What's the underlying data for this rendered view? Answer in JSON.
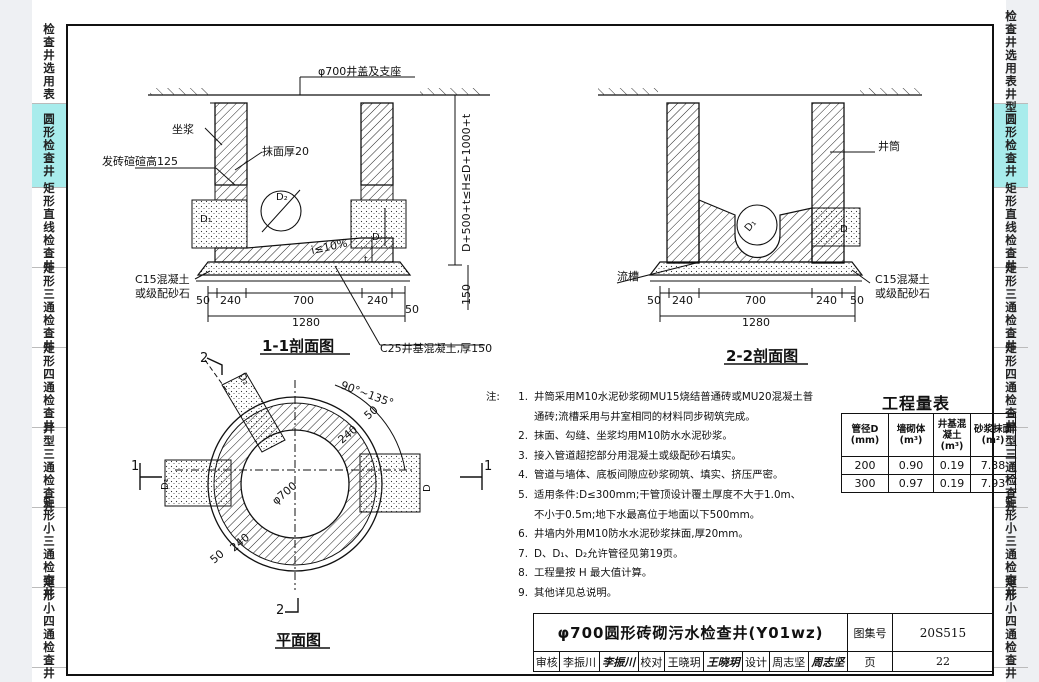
{
  "tabs_left": [
    {
      "label": "检查井选用表",
      "active": false,
      "h": 84
    },
    {
      "label": "圆形检查井",
      "active": true,
      "h": 84
    },
    {
      "label": "矩形直线检查井",
      "active": false,
      "h": 80
    },
    {
      "label": "矩形三通检查井",
      "active": false,
      "h": 80
    },
    {
      "label": "矩形四通检查井",
      "active": false,
      "h": 80
    },
    {
      "label": "异型三通检查井",
      "active": false,
      "h": 80
    },
    {
      "label": "矩形小三通检查井",
      "active": false,
      "h": 80
    },
    {
      "label": "矩形小四通检查井",
      "active": false,
      "h": 80
    }
  ],
  "tabs_right": [
    {
      "label": "检查井选用表井型",
      "active": false,
      "h": 84
    },
    {
      "label": "圆形检查井",
      "active": true,
      "h": 84
    },
    {
      "label": "矩形直线检查井",
      "active": false,
      "h": 80
    },
    {
      "label": "矩形三通检查井",
      "active": false,
      "h": 80
    },
    {
      "label": "矩形四通检查井",
      "active": false,
      "h": 80
    },
    {
      "label": "异型三通检查井",
      "active": false,
      "h": 80
    },
    {
      "label": "矩形小三通检查井",
      "active": false,
      "h": 80
    },
    {
      "label": "矩形小四通检查井",
      "active": false,
      "h": 80
    }
  ],
  "section1": {
    "title": "1-1剖面图",
    "cover": "φ700井盖及支座",
    "mortar": "坐浆",
    "plaster": "抹面厚20",
    "brick_ring": "发砖碹碹高125",
    "slope": "i≤10%",
    "height_note": "D+500+t≤H≤D+1000+t",
    "cushion1": "C15混凝土",
    "cushion2": "或级配砂石",
    "base_note": "C25井基混凝土,厚150",
    "dims": [
      "50",
      "240",
      "700",
      "240",
      "50",
      "1280",
      "150"
    ],
    "labels": {
      "D1": "D₁",
      "D2": "D₂",
      "D": "D",
      "t": "t"
    }
  },
  "section2": {
    "title": "2-2剖面图",
    "barrel": "井筒",
    "channel": "流槽",
    "cushion1": "C15混凝土",
    "cushion2": "或级配砂石",
    "dims": [
      "50",
      "240",
      "700",
      "240",
      "50",
      "1280"
    ],
    "labels": {
      "D1": "D₁",
      "D": "D"
    }
  },
  "plan": {
    "title": "平面图",
    "angle": "90°~135°",
    "dims": [
      "50",
      "240",
      "φ700",
      "240",
      "50"
    ],
    "labels": {
      "D1": "D₁",
      "D2": "D₂",
      "D": "D"
    },
    "cut1": "1",
    "cut2": "2"
  },
  "notes": {
    "label": "注:",
    "items": [
      {
        "n": "1.",
        "text": "井筒采用M10水泥砂浆砌MU15烧结普通砖或MU20混凝土普",
        "cont": "通砖;流槽采用与井室相同的材料同步砌筑完成。"
      },
      {
        "n": "2.",
        "text": "抹面、勾缝、坐浆均用M10防水水泥砂浆。"
      },
      {
        "n": "3.",
        "text": "接入管道超挖部分用混凝土或级配砂石填实。"
      },
      {
        "n": "4.",
        "text": "管道与墙体、底板间隙应砂浆砌筑、填实、挤压严密。"
      },
      {
        "n": "5.",
        "text": "适用条件:D≤300mm;干管顶设计覆土厚度不大于1.0m、",
        "cont": "不小于0.5m;地下水最高位于地面以下500mm。"
      },
      {
        "n": "6.",
        "text": "井墙内外用M10防水水泥砂浆抹面,厚20mm。"
      },
      {
        "n": "7.",
        "text": "D、D₁、D₂允许管径见第19页。"
      },
      {
        "n": "8.",
        "text": "工程量按 H 最大值计算。"
      },
      {
        "n": "9.",
        "text": "其他详见总说明。"
      }
    ]
  },
  "quantity": {
    "title": "工程量表",
    "headers": [
      "管径D (mm)",
      "墙砌体 (m³)",
      "井基混凝土 (m³)",
      "砂浆抹面 (m²)"
    ],
    "rows": [
      [
        "200",
        "0.90",
        "0.19",
        "7.38"
      ],
      [
        "300",
        "0.97",
        "0.19",
        "7.93"
      ]
    ]
  },
  "title_block": {
    "title": "φ700圆形砖砌污水检查井(Y01wz)",
    "atlas_label": "图集号",
    "atlas_no": "20S515",
    "review_label": "审核",
    "review_name": "李振川",
    "review_sig": "李振川",
    "check_label": "校对",
    "check_name": "王晓玥",
    "check_sig": "王晓玥",
    "design_label": "设计",
    "design_name": "周志坚",
    "design_sig": "周志坚",
    "page_label": "页",
    "page_no": "22"
  }
}
